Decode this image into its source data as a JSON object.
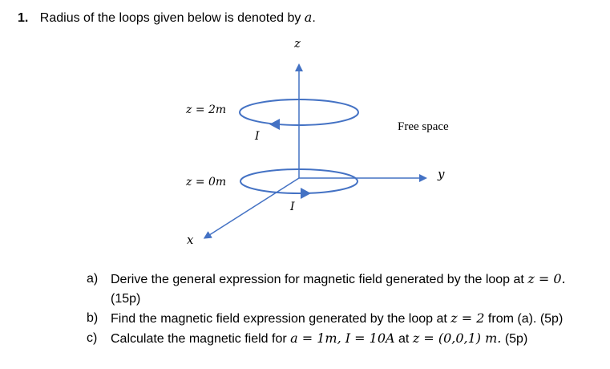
{
  "question": {
    "number": "1.",
    "text": "Radius of the loops given below is denoted by",
    "var": "a",
    "end": "."
  },
  "figure": {
    "axis_z": "z",
    "axis_y": "y",
    "axis_x": "x",
    "loop_top_label": "z = 2m",
    "loop_bottom_label": "z = 0m",
    "current_top": "I",
    "current_bottom": "I",
    "medium_label": "Free space",
    "line_color": "#4472c4"
  },
  "parts": [
    {
      "label": "a)",
      "text": "Derive the general expression for magnetic field generated by the loop at",
      "math": "z = 0.",
      "continuation": "(15p)"
    },
    {
      "label": "b)",
      "text": "Find the magnetic field expression generated by the loop at",
      "math": "z = 2",
      "after": "from (a). (5p)"
    },
    {
      "label": "c)",
      "text": "Calculate the magnetic field for",
      "math": "a = 1m, I = 10A",
      "mid": "at",
      "math2": "z = (0,0,1) m.",
      "after": "(5p)"
    }
  ]
}
